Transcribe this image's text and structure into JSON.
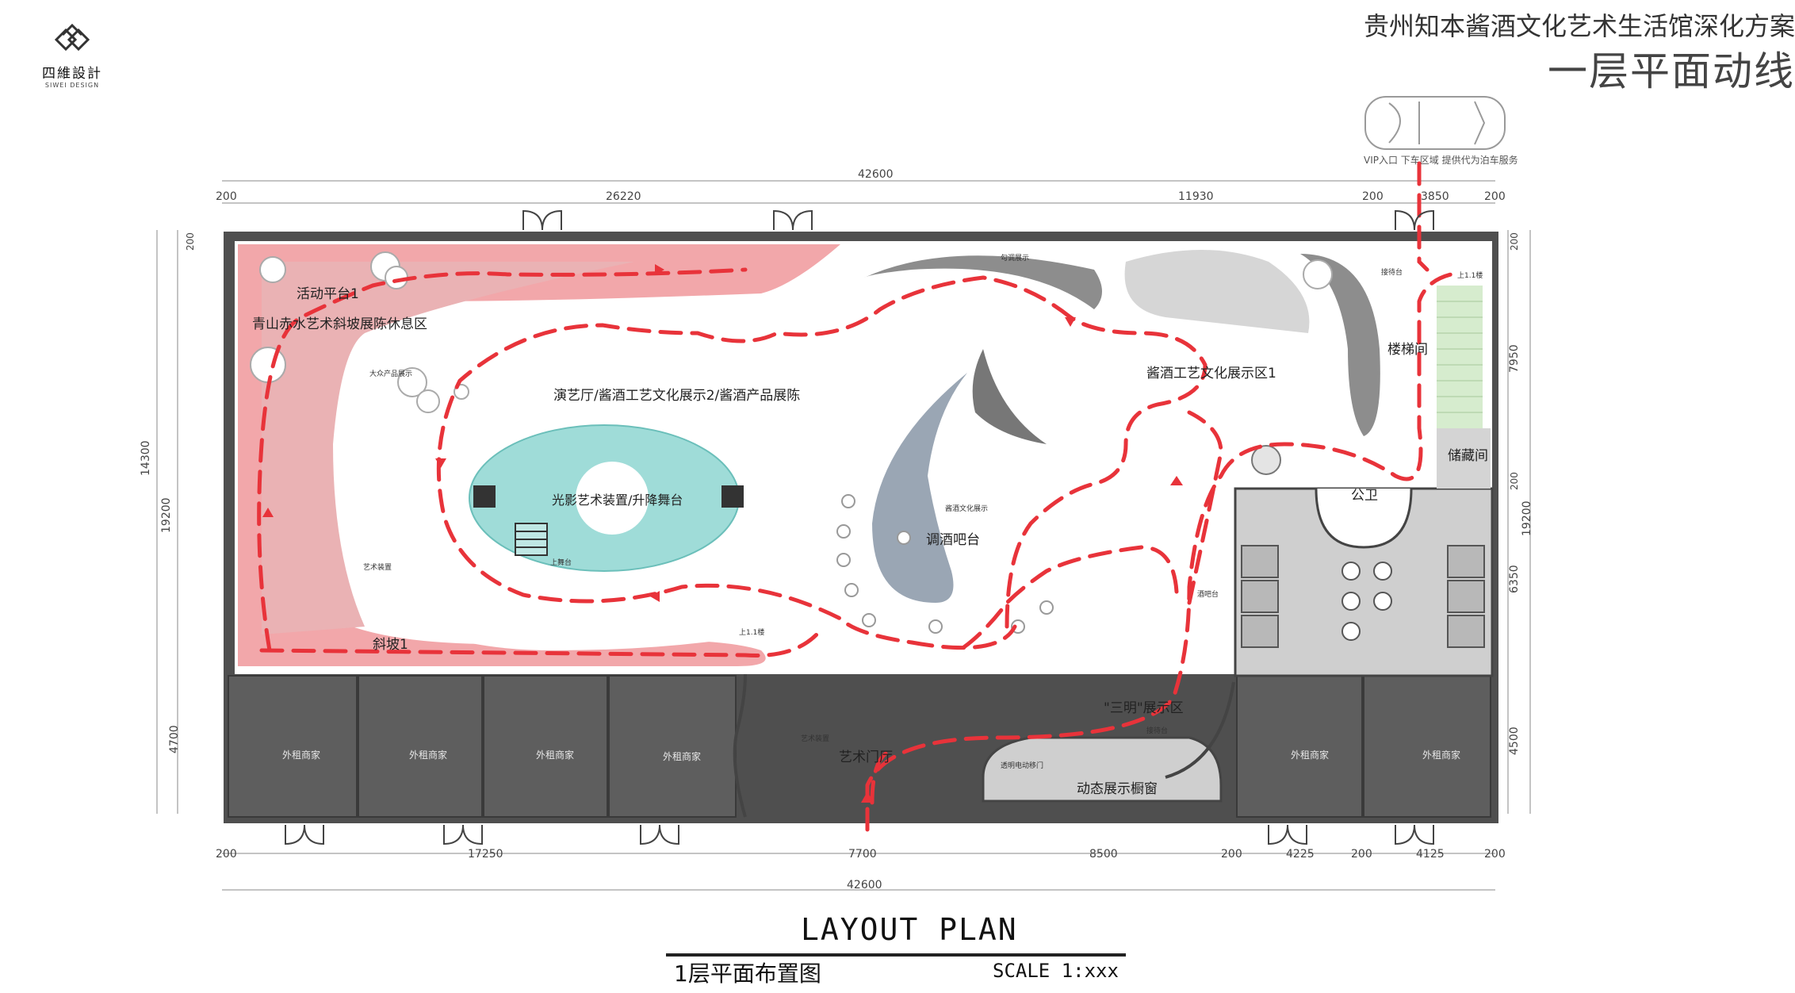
{
  "header": {
    "logo_name": "四維設計",
    "logo_sub": "SIWEI DESIGN",
    "project_title": "贵州知本酱酒文化艺术生活馆深化方案",
    "page_title": "一层平面动线"
  },
  "dimensions": {
    "top_total": "42600",
    "top_segments": [
      "200",
      "26220",
      "11930",
      "200",
      "3850",
      "200"
    ],
    "bottom_total": "42600",
    "bottom_segments": [
      "200",
      "17250",
      "7700",
      "8500",
      "200",
      "4225",
      "200",
      "4125",
      "200"
    ],
    "left_outer": "19200",
    "left_inner_a": "14300",
    "left_inner_b": "4700",
    "left_top_small": "200",
    "right_outer": "19200",
    "right_segments": [
      "200",
      "7950",
      "200",
      "6350",
      "4500"
    ]
  },
  "rooms": {
    "activity_platform": "活动平台1",
    "slope_rest_area": "青山赤水艺术斜坡展陈休息区",
    "performance_hall": "演艺厅/酱酒工艺文化展示2/酱酒产品展陈",
    "light_stage": "光影艺术装置/升降舞台",
    "bar": "调酒吧台",
    "craft_zone": "酱酒工艺文化展示区1",
    "stairs": "楼梯间",
    "storage": "储藏间",
    "toilet": "公卫",
    "slope": "斜坡1",
    "art_lobby": "艺术门厅",
    "sanming_zone": "\"三明\"展示区",
    "dynamic_window": "动态展示橱窗",
    "shops": [
      "外租商家",
      "外租商家",
      "外租商家",
      "外租商家",
      "外租商家",
      "外租商家"
    ]
  },
  "small_labels": {
    "vip_entry": "VIP入口  下车区域  提供代为泊车服务",
    "stage_up": "上舞台",
    "art_device": "艺术装置",
    "art_device_2": "艺术装置",
    "mass_product": "大众产品展示",
    "reception": "接待台",
    "reception_2": "接待台",
    "up_stairs": "上1.1楼",
    "bar_note": "酱酒文化展示",
    "wall_display": "勾调展示",
    "up_115": "上1.1楼",
    "transparent_door": "透明电动移门",
    "kitchen_note": "酒吧台"
  },
  "colors": {
    "route": "#e8333a",
    "pink_zone": "#f2a0a4",
    "pool": "#9fdcd8",
    "wall": "#5a5a5a",
    "shop": "#606060",
    "floor": "#ffffff",
    "gray_area": "#cfcfcf",
    "green": "#d6ecce"
  },
  "caption": {
    "main": "LAYOUT PLAN",
    "sub": "1层平面布置图",
    "scale": "SCALE 1:xxx"
  }
}
